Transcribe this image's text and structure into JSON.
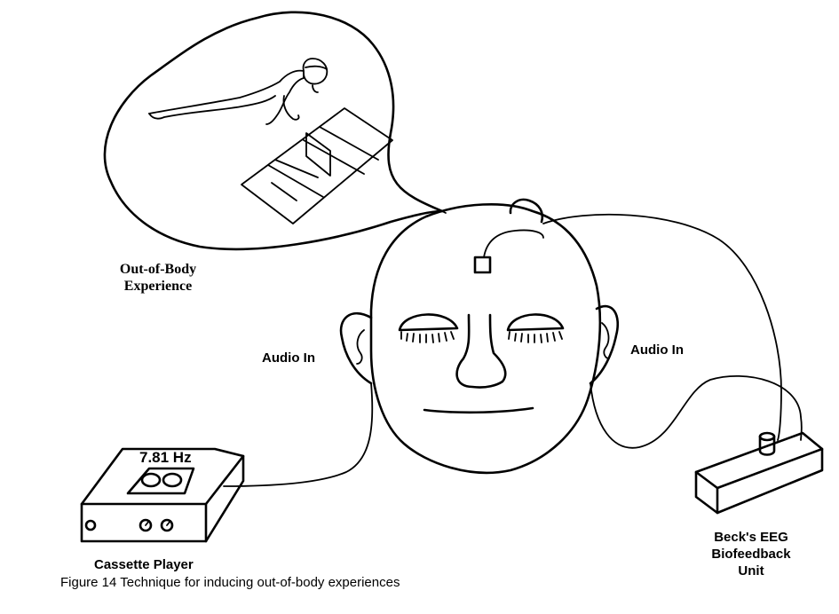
{
  "labels": {
    "obe": [
      "Out-of-Body",
      "Experience"
    ],
    "audio_left": "Audio In",
    "audio_right": "Audio In",
    "frequency": "7.81 Hz",
    "cassette": "Cassette Player",
    "eeg": [
      "Beck's EEG",
      "Biofeedback",
      "Unit"
    ]
  },
  "caption": "Figure 14  Technique for inducing out-of-body experiences"
}
